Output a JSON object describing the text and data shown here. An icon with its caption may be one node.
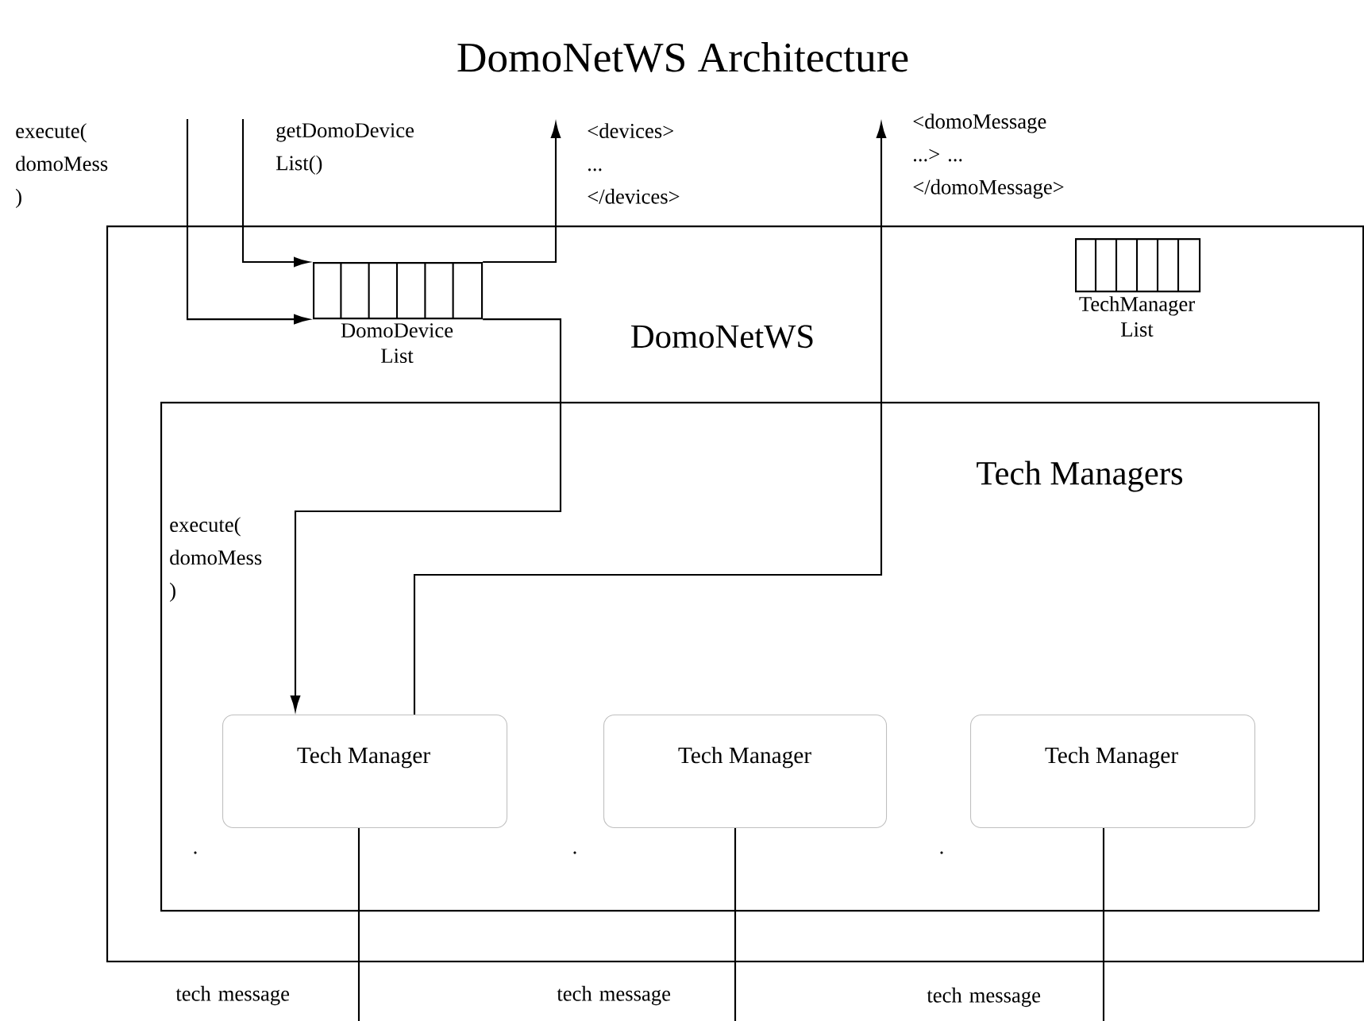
{
  "diagram": {
    "title": "DomoNetWS Architecture",
    "nodes": [
      {
        "text": [
          "DomoNetWS"
        ]
      },
      {
        "text": [
          "DomoDevice List"
        ],
        "in": 0
      },
      {
        "text": [
          "TechManager List"
        ],
        "in": 0
      },
      {
        "text": [
          "Tech Managers"
        ],
        "in": 0
      },
      {
        "text": [
          "Tech Manager"
        ],
        "in": 3
      },
      {
        "text": [
          "Tech Manager"
        ],
        "in": 3
      },
      {
        "text": [
          "Tech Manager"
        ],
        "in": 3
      }
    ],
    "edges": [
      {
        "from": null,
        "to": 1,
        "arrow": "to",
        "label": "execute( domoMess )"
      },
      {
        "from": null,
        "to": 1,
        "arrow": "to",
        "label": "getDomoDevice List()"
      },
      {
        "from": 1,
        "to": null,
        "arrow": "to",
        "label": "<devices> ... </devices>"
      },
      {
        "from": 1,
        "to": 4,
        "arrow": "to",
        "label": "execute( domoMess )"
      },
      {
        "from": 4,
        "to": null,
        "arrow": "to",
        "label": "<domoMessage ...> ... </domoMessage>"
      },
      {
        "from": 4,
        "to": null,
        "arrow": "none",
        "label": "tech message"
      },
      {
        "from": 5,
        "to": null,
        "arrow": "none",
        "label": "tech message"
      },
      {
        "from": 6,
        "to": null,
        "arrow": "none",
        "label": "tech message"
      }
    ]
  }
}
